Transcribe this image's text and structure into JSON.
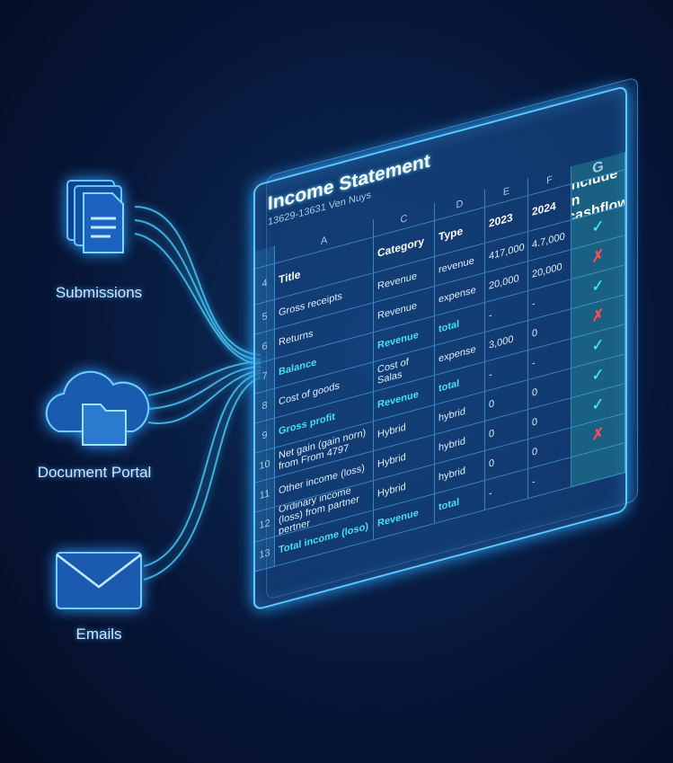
{
  "sources": [
    {
      "label": "Submissions",
      "icon": "documents-icon"
    },
    {
      "label": "Document Portal",
      "icon": "cloud-folder-icon"
    },
    {
      "label": "Emails",
      "icon": "envelope-icon"
    }
  ],
  "sheet": {
    "title": "Income Statement",
    "subtitle": "13629-13631 Ven Nuys",
    "column_letters": [
      "A",
      "C",
      "D",
      "E",
      "F",
      "G"
    ],
    "headers": [
      "Title",
      "Category",
      "Type",
      "2023",
      "2024",
      "Include in cashflow"
    ],
    "header_row_number": "4",
    "rows": [
      {
        "n": "5",
        "title": "Gross receipts",
        "category": "Revenue",
        "type": "revenue",
        "y2023": "417,000",
        "y2024": "4.7,000",
        "include": "check"
      },
      {
        "n": "6",
        "title": "Returns",
        "category": "Revenue",
        "type": "expense",
        "y2023": "20,000",
        "y2024": "20,000",
        "include": "cross"
      },
      {
        "n": "7",
        "title": "Balance",
        "category": "Revenue",
        "type": "total",
        "y2023": "-",
        "y2024": "-",
        "include": "check"
      },
      {
        "n": "8",
        "title": "Cost of goods",
        "category": "Cost of Salas",
        "type": "expense",
        "y2023": "3,000",
        "y2024": "0",
        "include": "cross"
      },
      {
        "n": "9",
        "title": "Gross profit",
        "category": "Revenue",
        "type": "total",
        "y2023": "-",
        "y2024": "-",
        "include": "check"
      },
      {
        "n": "10",
        "title": "Net gain (gain norn) from From 4797",
        "category": "Hybrid",
        "type": "hybrid",
        "y2023": "0",
        "y2024": "0",
        "include": "check"
      },
      {
        "n": "11",
        "title": "Other income (loss)",
        "category": "Hybrid",
        "type": "hybrid",
        "y2023": "0",
        "y2024": "0",
        "include": "check"
      },
      {
        "n": "12",
        "title": "Ordinary income (loss) from partner pertner",
        "category": "Hybrid",
        "type": "hybrid",
        "y2023": "0",
        "y2024": "0",
        "include": "cross"
      },
      {
        "n": "13",
        "title": "Total income (loso)",
        "category": "Revenue",
        "type": "total",
        "y2023": "-",
        "y2024": "-",
        "include": "none"
      }
    ],
    "check_symbol": "✓",
    "cross_symbol": "✗"
  },
  "colors": {
    "accent": "#48e0f0",
    "check": "#3fe3ee",
    "cross": "#ff4a5a",
    "bg": "#07173a"
  }
}
